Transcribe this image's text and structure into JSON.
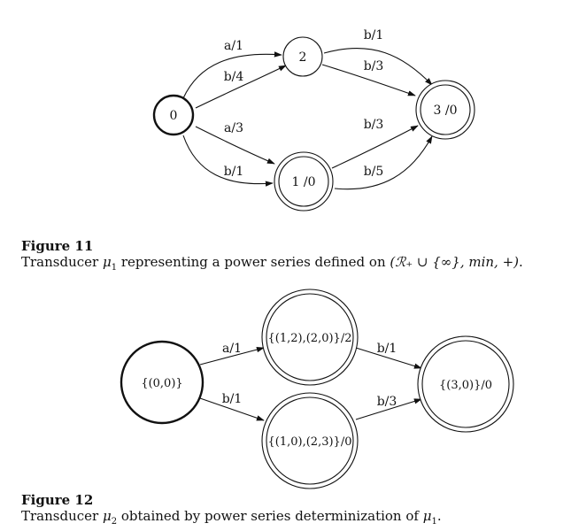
{
  "figure11": {
    "title": "Figure 11",
    "caption_before": "Transducer ",
    "caption_symbol": "μ",
    "caption_symbol_sub": "1",
    "caption_after": " representing a power series defined on ",
    "caption_math": "(ℛ₊ ∪ {∞}, min, +)",
    "caption_end": ".",
    "states": {
      "s0": "0",
      "s1": "1 /0",
      "s2": "2",
      "s3": "3 /0"
    },
    "edges": {
      "e_0_2_a": "a/1",
      "e_0_2_b": "b/4",
      "e_0_1_a": "a/3",
      "e_0_1_b": "b/1",
      "e_2_3_top": "b/1",
      "e_2_3_bottom": "b/3",
      "e_1_3_top": "b/3",
      "e_1_3_bottom": "b/5"
    }
  },
  "figure12": {
    "title": "Figure 12",
    "caption_before": "Transducer ",
    "caption_symbol": "μ",
    "caption_symbol_sub": "2",
    "caption_after": " obtained by power series determinization of ",
    "caption_symbol2": "μ",
    "caption_symbol2_sub": "1",
    "caption_end": ".",
    "states": {
      "q0": "{(0,0)}",
      "q1": "{(1,2),(2,0)}/2",
      "q2": "{(1,0),(2,3)}/0",
      "q3": "{(3,0)}/0"
    },
    "edges": {
      "e_0_1": "a/1",
      "e_0_2": "b/1",
      "e_1_3": "b/1",
      "e_2_3": "b/3"
    }
  }
}
